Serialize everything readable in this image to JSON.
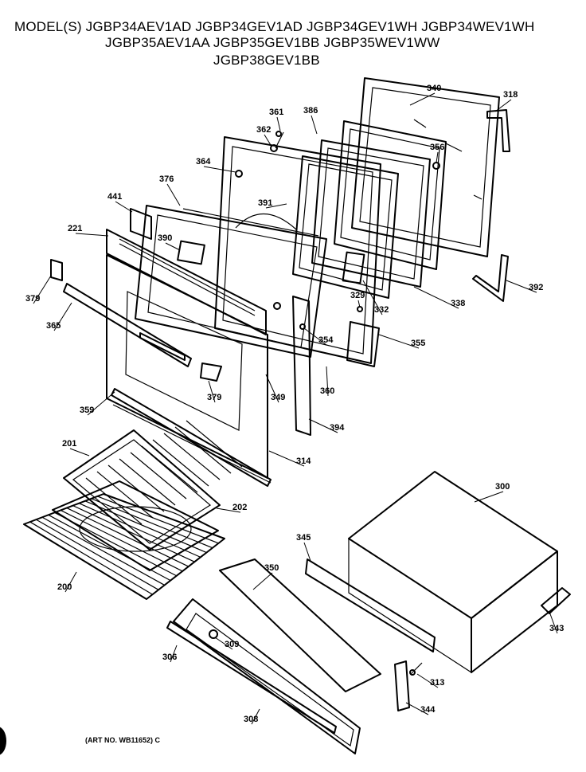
{
  "header": {
    "line1": "MODEL(S) JGBP34AEV1AD  JGBP34GEV1AD  JGBP34GEV1WH  JGBP34WEV1WH",
    "line2": "JGBP35AEV1AA  JGBP35GEV1BB  JGBP35WEV1WW",
    "line3": "JGBP38GEV1BB"
  },
  "footer": {
    "art_no": "(ART NO. WB11652) C"
  },
  "part_labels": [
    "340",
    "318",
    "361",
    "386",
    "362",
    "356",
    "364",
    "376",
    "391",
    "441",
    "221",
    "390",
    "379",
    "329",
    "332",
    "338",
    "392",
    "365",
    "354",
    "355",
    "379",
    "349",
    "360",
    "359",
    "394",
    "201",
    "314",
    "202",
    "300",
    "345",
    "200",
    "350",
    "343",
    "309",
    "306",
    "313",
    "308",
    "344"
  ]
}
